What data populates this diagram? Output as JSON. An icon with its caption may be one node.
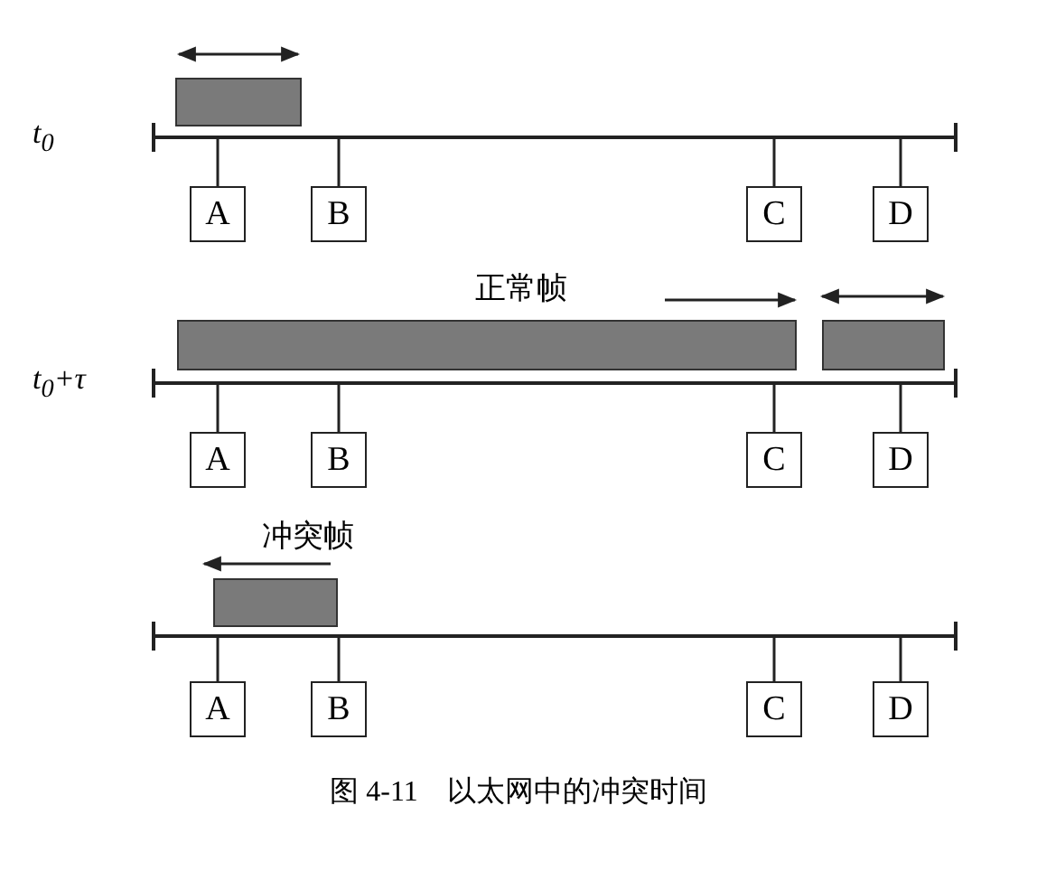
{
  "diagram": {
    "caption": "图 4-11　以太网中的冲突时间",
    "nodes": [
      {
        "text": [],
        "shape": "bar"
      },
      {
        "text": [],
        "shape": "line",
        "beside": [
          "t$_{0}$"
        ]
      },
      {
        "text": [
          "A"
        ]
      },
      {
        "text": [
          "B"
        ]
      },
      {
        "text": [
          "C"
        ]
      },
      {
        "text": [
          "D"
        ]
      },
      {
        "text": [],
        "shape": "bar",
        "beside": [
          "正常帧"
        ]
      },
      {
        "text": [],
        "shape": "bar"
      },
      {
        "text": [],
        "shape": "line",
        "beside": [
          "t$_{0}$+τ"
        ]
      },
      {
        "text": [
          "A"
        ]
      },
      {
        "text": [
          "B"
        ]
      },
      {
        "text": [
          "C"
        ]
      },
      {
        "text": [
          "D"
        ]
      },
      {
        "text": [],
        "shape": "bar",
        "beside": [
          "冲突帧"
        ]
      },
      {
        "text": [],
        "shape": "line"
      },
      {
        "text": [
          "A"
        ]
      },
      {
        "text": [
          "B"
        ]
      },
      {
        "text": [
          "C"
        ]
      },
      {
        "text": [
          "D"
        ]
      }
    ],
    "edges": [
      {
        "from": 2,
        "to": 1,
        "arrow": "none"
      },
      {
        "from": 3,
        "to": 1,
        "arrow": "none"
      },
      {
        "from": 4,
        "to": 1,
        "arrow": "none"
      },
      {
        "from": 5,
        "to": 1,
        "arrow": "none"
      },
      {
        "from": 9,
        "to": 8,
        "arrow": "none"
      },
      {
        "from": 10,
        "to": 8,
        "arrow": "none"
      },
      {
        "from": 11,
        "to": 8,
        "arrow": "none"
      },
      {
        "from": 12,
        "to": 8,
        "arrow": "none"
      },
      {
        "from": 15,
        "to": 14,
        "arrow": "none"
      },
      {
        "from": 16,
        "to": 14,
        "arrow": "none"
      },
      {
        "from": 17,
        "to": 14,
        "arrow": "none"
      },
      {
        "from": 18,
        "to": 14,
        "arrow": "none"
      }
    ]
  }
}
